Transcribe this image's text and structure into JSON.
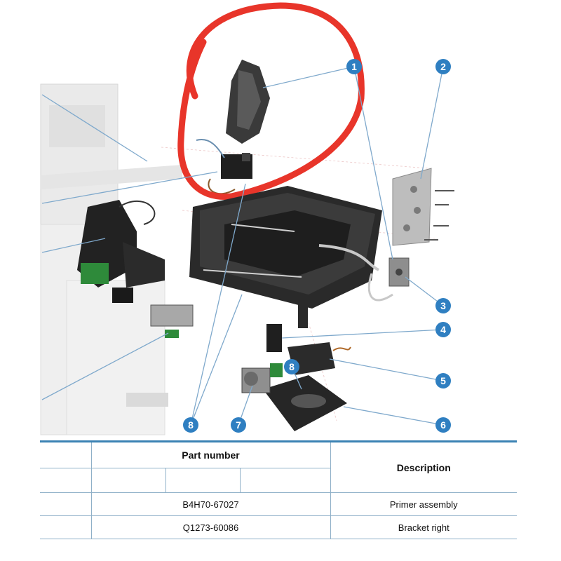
{
  "callouts": [
    "1",
    "2",
    "3",
    "4",
    "5",
    "6",
    "7",
    "8",
    "8"
  ],
  "table": {
    "headers": {
      "part_number": "Part number",
      "description": "Description"
    },
    "rows": [
      {
        "part_number": "B4H70-67027",
        "description": "Primer assembly"
      },
      {
        "part_number": "Q1273-60086",
        "description": "Bracket right"
      }
    ]
  },
  "colors": {
    "callout_fill": "#2f7fc1",
    "leader_line": "#7fa9cc",
    "highlight_stroke": "#e8352a",
    "table_rule": "#3b82b3"
  }
}
